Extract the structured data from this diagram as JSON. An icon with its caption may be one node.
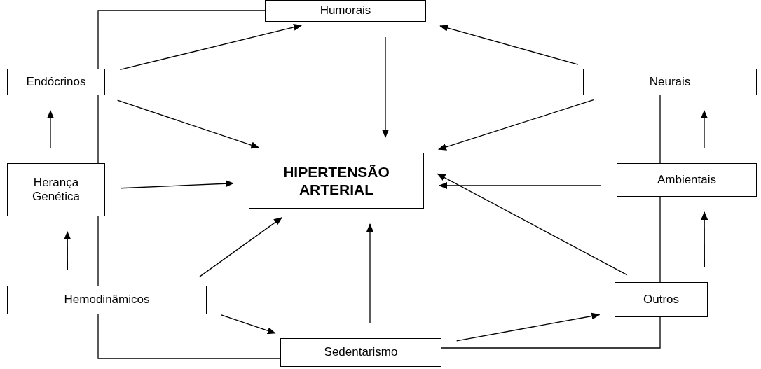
{
  "diagram": {
    "nodes": [
      {
        "text": [
          "Humorais"
        ]
      },
      {
        "text": [
          "Endócrinos"
        ]
      },
      {
        "text": [
          "Neurais"
        ]
      },
      {
        "text": [
          "HIPERTENSÃO ARTERIAL"
        ]
      },
      {
        "text": [
          "Herança Genética"
        ]
      },
      {
        "text": [
          "Ambientais"
        ]
      },
      {
        "text": [
          "Hemodinâmicos"
        ]
      },
      {
        "text": [
          "Outros"
        ]
      },
      {
        "text": [
          "Sedentarismo"
        ]
      }
    ],
    "edges": [
      {
        "from": 0,
        "to": 1,
        "arrow": "none"
      },
      {
        "from": 1,
        "to": 4,
        "arrow": "none"
      },
      {
        "from": 4,
        "to": 6,
        "arrow": "none"
      },
      {
        "from": 6,
        "to": 8,
        "arrow": "none"
      },
      {
        "from": 8,
        "to": 7,
        "arrow": "none"
      },
      {
        "from": 7,
        "to": 5,
        "arrow": "none"
      },
      {
        "from": 5,
        "to": 2,
        "arrow": "none"
      },
      {
        "from": 1,
        "to": 0,
        "arrow": "to"
      },
      {
        "from": 1,
        "to": 3,
        "arrow": "to"
      },
      {
        "from": 0,
        "to": 3,
        "arrow": "to"
      },
      {
        "from": 2,
        "to": 0,
        "arrow": "to"
      },
      {
        "from": 2,
        "to": 3,
        "arrow": "to"
      },
      {
        "from": 4,
        "to": 1,
        "arrow": "to"
      },
      {
        "from": 4,
        "to": 3,
        "arrow": "to"
      },
      {
        "from": 5,
        "to": 3,
        "arrow": "to"
      },
      {
        "from": 5,
        "to": 2,
        "arrow": "to"
      },
      {
        "from": 6,
        "to": 4,
        "arrow": "to"
      },
      {
        "from": 6,
        "to": 3,
        "arrow": "to"
      },
      {
        "from": 6,
        "to": 8,
        "arrow": "to"
      },
      {
        "from": 8,
        "to": 3,
        "arrow": "to"
      },
      {
        "from": 8,
        "to": 7,
        "arrow": "to"
      },
      {
        "from": 7,
        "to": 3,
        "arrow": "to"
      },
      {
        "from": 7,
        "to": 5,
        "arrow": "to"
      }
    ]
  }
}
